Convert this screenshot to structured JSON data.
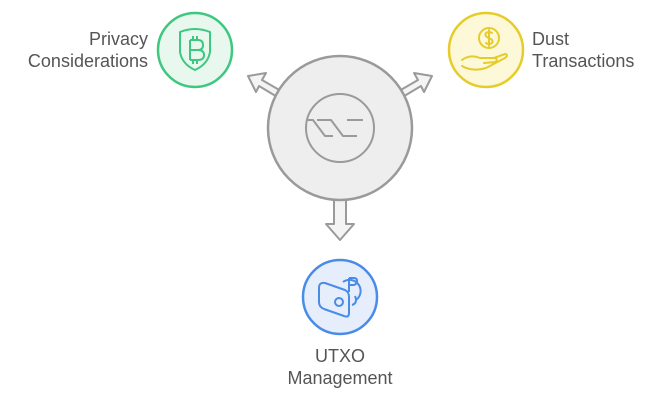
{
  "diagram": {
    "center": {
      "icon": "switch-toggle-icon",
      "fill": "#eeeeee",
      "stroke": "#9a9a9a"
    },
    "nodes": [
      {
        "id": "privacy",
        "line1": "Privacy",
        "line2": "Considerations",
        "icon": "shield-bitcoin-icon",
        "stroke": "#3dc77f",
        "fill": "#e8f8ee"
      },
      {
        "id": "dust",
        "line1": "Dust",
        "line2": "Transactions",
        "icon": "hand-coin-dollar-icon",
        "stroke": "#e6cc2a",
        "fill": "#fdf8d8"
      },
      {
        "id": "utxo",
        "line1": "UTXO",
        "line2": "Management",
        "icon": "wallet-bitcoin-icon",
        "stroke": "#4a8be8",
        "fill": "#e6eefc"
      }
    ],
    "text_color": "#555555"
  }
}
